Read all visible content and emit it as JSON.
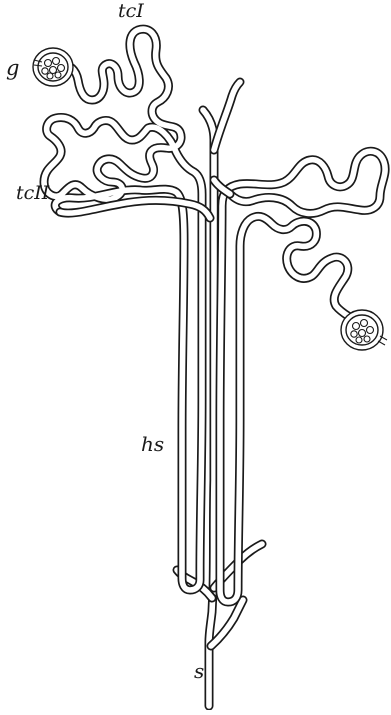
{
  "labels": {
    "tc1": "tcI",
    "g": "g",
    "tc2": "tcII",
    "hs": "hs",
    "s": "s"
  },
  "colors": {
    "ink": "#1a1a1a",
    "paper": "#ffffff"
  }
}
